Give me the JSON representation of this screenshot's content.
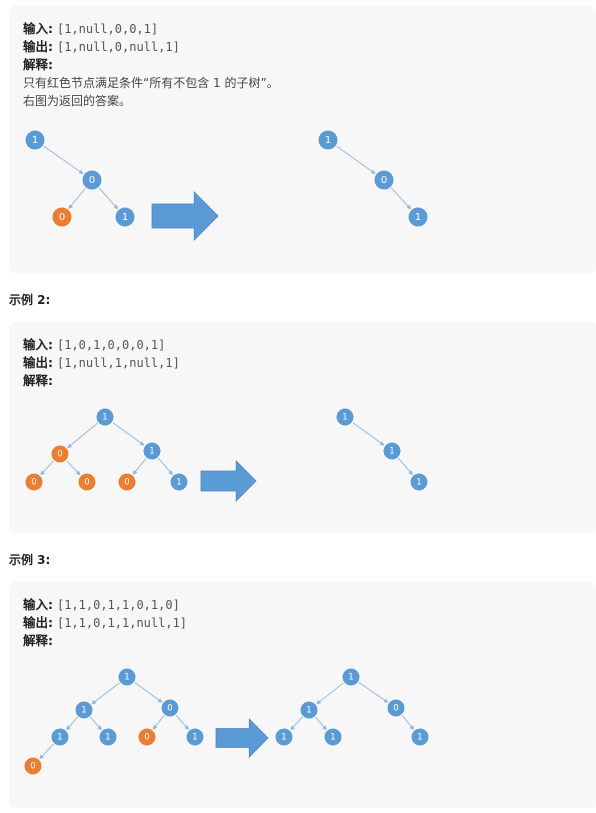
{
  "labels": {
    "input": "输入:",
    "output": "输出:",
    "explain": "解释:"
  },
  "examples": [
    {
      "input": "[1,null,0,0,1]",
      "output": "[1,null,0,null,1]",
      "explanation": [
        "只有红色节点满足条件“所有不包含 1 的子树”。",
        "右图为返回的答案。"
      ]
    },
    {
      "heading": "示例 2:",
      "input": "[1,0,1,0,0,0,1]",
      "output": "[1,null,1,null,1]"
    },
    {
      "heading": "示例 3:",
      "input": "[1,1,0,1,1,0,1,0]",
      "output": "[1,1,0,1,1,null,1]"
    }
  ],
  "colors": {
    "blue_node": "#5b9bd5",
    "orange_node": "#ed7d31",
    "arrow": "#5b9bd5",
    "edge": "#8eb4e3",
    "block_bg": "#f7f7f8"
  },
  "diagrams": [
    {
      "before": {
        "nodes": [
          {
            "id": "a",
            "label": "1",
            "color": "blue"
          },
          {
            "id": "b",
            "label": "0",
            "color": "blue"
          },
          {
            "id": "c",
            "label": "0",
            "color": "orange"
          },
          {
            "id": "d",
            "label": "1",
            "color": "blue"
          }
        ],
        "edges": [
          [
            "a",
            "b"
          ],
          [
            "b",
            "c"
          ],
          [
            "b",
            "d"
          ]
        ]
      },
      "after": {
        "nodes": [
          {
            "id": "a",
            "label": "1",
            "color": "blue"
          },
          {
            "id": "b",
            "label": "0",
            "color": "blue"
          },
          {
            "id": "d",
            "label": "1",
            "color": "blue"
          }
        ],
        "edges": [
          [
            "a",
            "b"
          ],
          [
            "b",
            "d"
          ]
        ]
      }
    },
    {
      "before": {
        "nodes": [
          {
            "id": "r",
            "label": "1",
            "color": "blue"
          },
          {
            "id": "l",
            "label": "0",
            "color": "orange"
          },
          {
            "id": "rr",
            "label": "1",
            "color": "blue"
          },
          {
            "id": "ll",
            "label": "0",
            "color": "orange"
          },
          {
            "id": "lr",
            "label": "0",
            "color": "orange"
          },
          {
            "id": "rl",
            "label": "0",
            "color": "orange"
          },
          {
            "id": "rrr",
            "label": "1",
            "color": "blue"
          }
        ],
        "edges": [
          [
            "r",
            "l"
          ],
          [
            "r",
            "rr"
          ],
          [
            "l",
            "ll"
          ],
          [
            "l",
            "lr"
          ],
          [
            "rr",
            "rl"
          ],
          [
            "rr",
            "rrr"
          ]
        ]
      },
      "after": {
        "nodes": [
          {
            "id": "r",
            "label": "1",
            "color": "blue"
          },
          {
            "id": "rr",
            "label": "1",
            "color": "blue"
          },
          {
            "id": "rrr",
            "label": "1",
            "color": "blue"
          }
        ],
        "edges": [
          [
            "r",
            "rr"
          ],
          [
            "rr",
            "rrr"
          ]
        ]
      }
    },
    {
      "before": {
        "nodes": [
          {
            "id": "r",
            "label": "1",
            "color": "blue"
          },
          {
            "id": "l",
            "label": "1",
            "color": "blue"
          },
          {
            "id": "rr",
            "label": "0",
            "color": "blue"
          },
          {
            "id": "ll",
            "label": "1",
            "color": "blue"
          },
          {
            "id": "lr",
            "label": "1",
            "color": "blue"
          },
          {
            "id": "rl",
            "label": "0",
            "color": "orange"
          },
          {
            "id": "rrr",
            "label": "1",
            "color": "blue"
          },
          {
            "id": "lll",
            "label": "0",
            "color": "orange"
          }
        ],
        "edges": [
          [
            "r",
            "l"
          ],
          [
            "r",
            "rr"
          ],
          [
            "l",
            "ll"
          ],
          [
            "l",
            "lr"
          ],
          [
            "rr",
            "rl"
          ],
          [
            "rr",
            "rrr"
          ],
          [
            "ll",
            "lll"
          ]
        ]
      },
      "after": {
        "nodes": [
          {
            "id": "r",
            "label": "1",
            "color": "blue"
          },
          {
            "id": "l",
            "label": "1",
            "color": "blue"
          },
          {
            "id": "rr",
            "label": "0",
            "color": "blue"
          },
          {
            "id": "ll",
            "label": "1",
            "color": "blue"
          },
          {
            "id": "lr",
            "label": "1",
            "color": "blue"
          },
          {
            "id": "rrr",
            "label": "1",
            "color": "blue"
          }
        ],
        "edges": [
          [
            "r",
            "l"
          ],
          [
            "r",
            "rr"
          ],
          [
            "l",
            "ll"
          ],
          [
            "l",
            "lr"
          ],
          [
            "rr",
            "rrr"
          ]
        ]
      }
    }
  ]
}
